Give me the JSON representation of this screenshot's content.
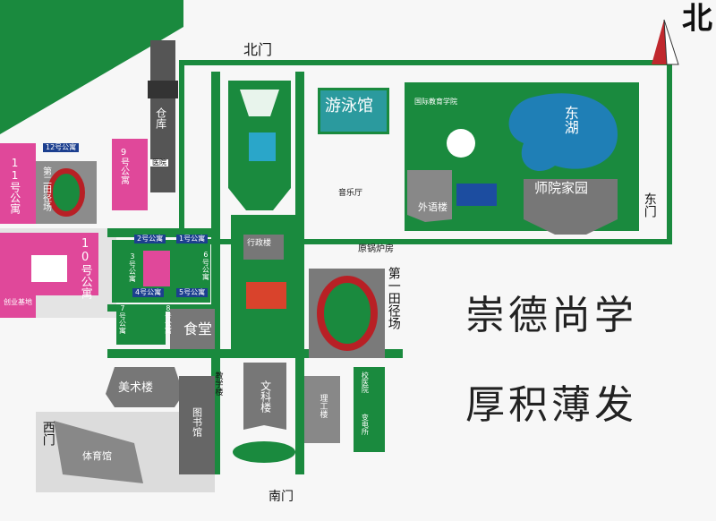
{
  "compass": {
    "label": "北"
  },
  "gates": {
    "north": "北门",
    "south": "南门",
    "east": "东门",
    "west": "西门"
  },
  "places": {
    "warehouse": "仓库",
    "swimming_pool": "游泳馆",
    "east_lake": "东湖",
    "teacher_home": "师院家园",
    "foreign_lang": "外语楼",
    "intl_edu": "国际教育学院",
    "music_hall": "音乐厅",
    "boiler_room": "原锅炉房",
    "dorm12": "12号公寓",
    "dorm11": "11号公寓",
    "dorm10": "10号公寓",
    "dorm9": "9号公寓",
    "dorm2": "2号公寓",
    "dorm1": "1号公寓",
    "dorm3": "3号公寓",
    "dorm6": "6号公寓",
    "dorm4": "4号公寓",
    "dorm5": "5号公寓",
    "dorm7": "7号公寓",
    "dorm8": "8号公寓",
    "field2": "第二田径场",
    "field1": "第一田径场",
    "canteen": "食堂",
    "art_building": "美术楼",
    "gym": "体育馆",
    "library": "图书馆",
    "teaching": "教学楼",
    "liberal_arts": "文科楼",
    "science": "理工楼",
    "clinic": "校医院",
    "startup": "创业基地",
    "admin": "行政楼",
    "hospital_north": "医院",
    "substation": "变电所"
  },
  "slogan": {
    "line1": "崇德尚学",
    "line2": "厚积薄发"
  },
  "colors": {
    "green": "#1a8a3e",
    "dark_green": "#0f6a2c",
    "pink": "#e0489a",
    "gray": "#7a7a7a",
    "pool_blue": "#2aa6c9",
    "lake_blue": "#1f7fb6",
    "track_red": "#b82025"
  }
}
